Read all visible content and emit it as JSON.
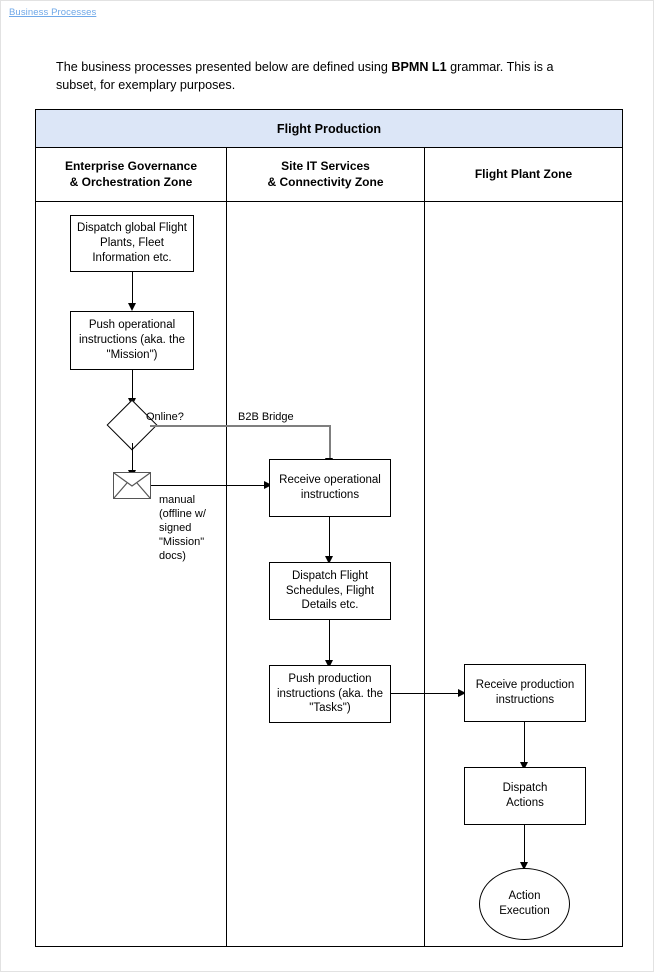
{
  "breadcrumb": "Business Processes",
  "intro": {
    "before": "The business processes presented below are defined using ",
    "strong": "BPMN L1",
    "after": " grammar. This is a subset, for exemplary purposes."
  },
  "diagram": {
    "pool_title": "Flight Production",
    "lanes": [
      {
        "id": "lane-enterprise-governance",
        "label": "Enterprise Governance\n& Orchestration Zone"
      },
      {
        "id": "lane-site-it-services",
        "label": "Site IT Services\n& Connectivity Zone"
      },
      {
        "id": "lane-flight-plant",
        "label": "Flight Plant Zone"
      }
    ],
    "nodes": [
      {
        "id": "dispatch-global-flight-plans",
        "type": "task",
        "lane": 0,
        "label": "Dispatch global Flight\nPlants, Fleet\nInformation etc."
      },
      {
        "id": "push-operational-instructions",
        "type": "task",
        "lane": 0,
        "label": "Push operational\ninstructions (aka. the\n\"Mission\")"
      },
      {
        "id": "online-gateway",
        "type": "gateway",
        "lane": 0,
        "label": "Online?"
      },
      {
        "id": "manual-message",
        "type": "message",
        "lane": 0,
        "label": "envelope-icon"
      },
      {
        "id": "receive-operational-instructions",
        "type": "task",
        "lane": 1,
        "label": "Receive operational\ninstructions"
      },
      {
        "id": "dispatch-flight-schedules",
        "type": "task",
        "lane": 1,
        "label": "Dispatch Flight\nSchedules, Flight\nDetails etc."
      },
      {
        "id": "push-production-instructions",
        "type": "task",
        "lane": 1,
        "label": "Push production\ninstructions (aka. the\n\"Tasks\")"
      },
      {
        "id": "receive-production-instructions",
        "type": "task",
        "lane": 2,
        "label": "Receive production\ninstructions"
      },
      {
        "id": "dispatch-actions",
        "type": "task",
        "lane": 2,
        "label": "Dispatch\nActions"
      },
      {
        "id": "action-execution",
        "type": "end-event",
        "lane": 2,
        "label": "Action\nExecution"
      }
    ],
    "annotations": [
      {
        "id": "gateway-label",
        "text": "Online?"
      },
      {
        "id": "b2b-bridge-label",
        "text": "B2B Bridge"
      },
      {
        "id": "manual-label",
        "text": "manual\n(offline w/\nsigned\n\"Mission\"\ndocs)"
      }
    ]
  },
  "colors": {
    "pool_header_bg": "#dce6f7",
    "breadcrumb_link": "#6fa8e8",
    "stroke": "#000000",
    "bridge_stroke": "#7f7f7f"
  }
}
